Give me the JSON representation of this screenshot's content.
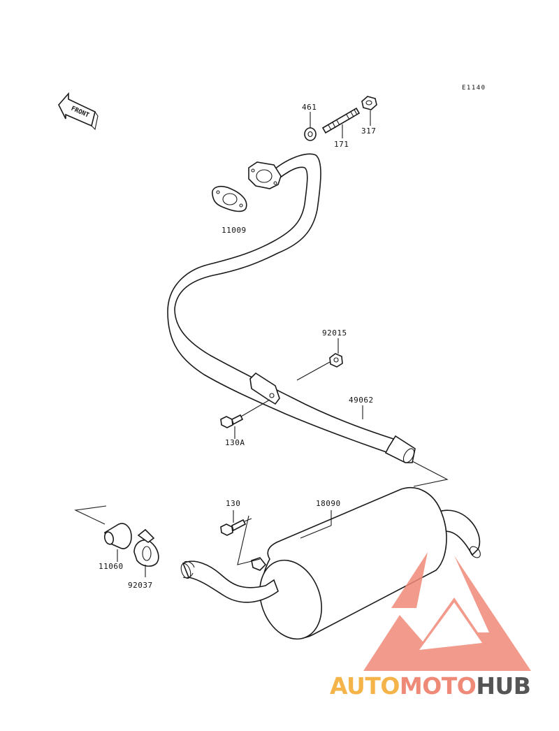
{
  "diagram": {
    "reference_code": "E1140",
    "front_arrow_text": "FRONT",
    "parts": [
      {
        "number": "461"
      },
      {
        "number": "171"
      },
      {
        "number": "317"
      },
      {
        "number": "11009"
      },
      {
        "number": "92015"
      },
      {
        "number": "49062"
      },
      {
        "number": "130A"
      },
      {
        "number": "130"
      },
      {
        "number": "18090"
      },
      {
        "number": "11060"
      },
      {
        "number": "92037"
      }
    ]
  },
  "watermark": {
    "part1": "AUTO",
    "part2": "MOTO",
    "part3": "HUB",
    "colors": {
      "auto": "#f5b44a",
      "moto": "#f08a78",
      "hub": "#555555",
      "logo": "#f08a78"
    }
  }
}
